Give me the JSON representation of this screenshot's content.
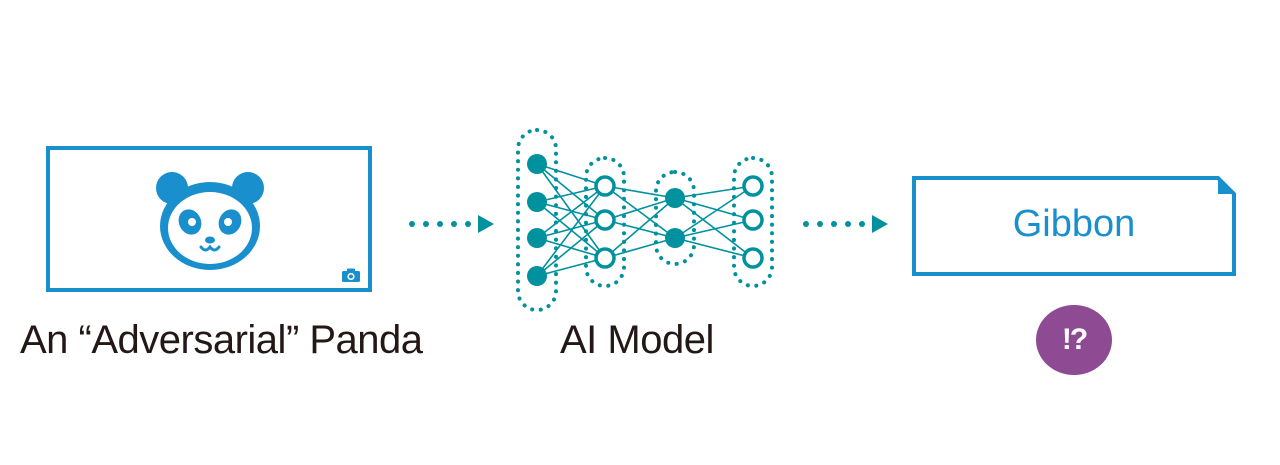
{
  "input": {
    "caption": "An “Adversarial” Panda",
    "icon": "panda-face-icon"
  },
  "model": {
    "caption": "AI Model",
    "icon": "neural-network-icon"
  },
  "output": {
    "label": "Gibbon",
    "badge": "!?"
  },
  "colors": {
    "primary_blue": "#1a8fce",
    "teal": "#00919e",
    "badge_purple": "#8e4a93",
    "text_dark": "#231815"
  }
}
